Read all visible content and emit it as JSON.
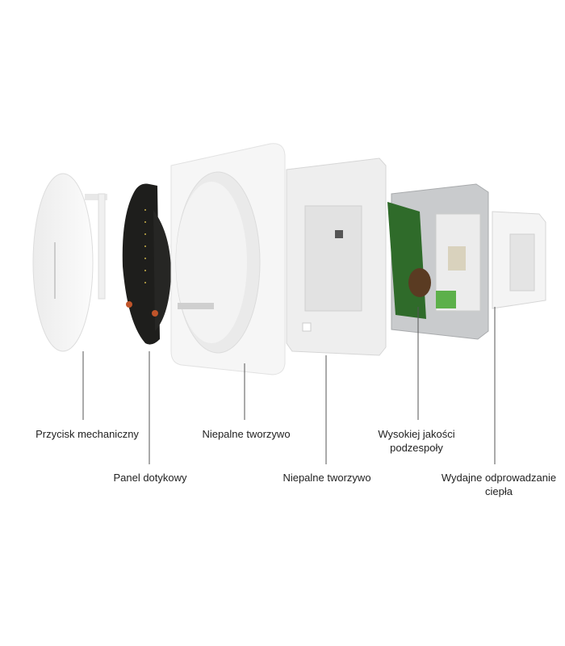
{
  "labels": {
    "mechanical_button": "Przycisk mechaniczny",
    "touch_panel": "Panel dotykowy",
    "nonflammable_frame": "Niepalne tworzywo",
    "nonflammable_plate": "Niepalne tworzywo",
    "components_line1": "Wysokiej jakości",
    "components_line2": "podzespoły",
    "heat_line1": "Wydajne odprowadzanie",
    "heat_line2": "ciepła"
  },
  "colors": {
    "plastic": "#f4f4f4",
    "panel": "#1e1e1c",
    "pcb": "#2f6b2a",
    "metal": "#c9cbcd",
    "leader_line": "#555555"
  }
}
